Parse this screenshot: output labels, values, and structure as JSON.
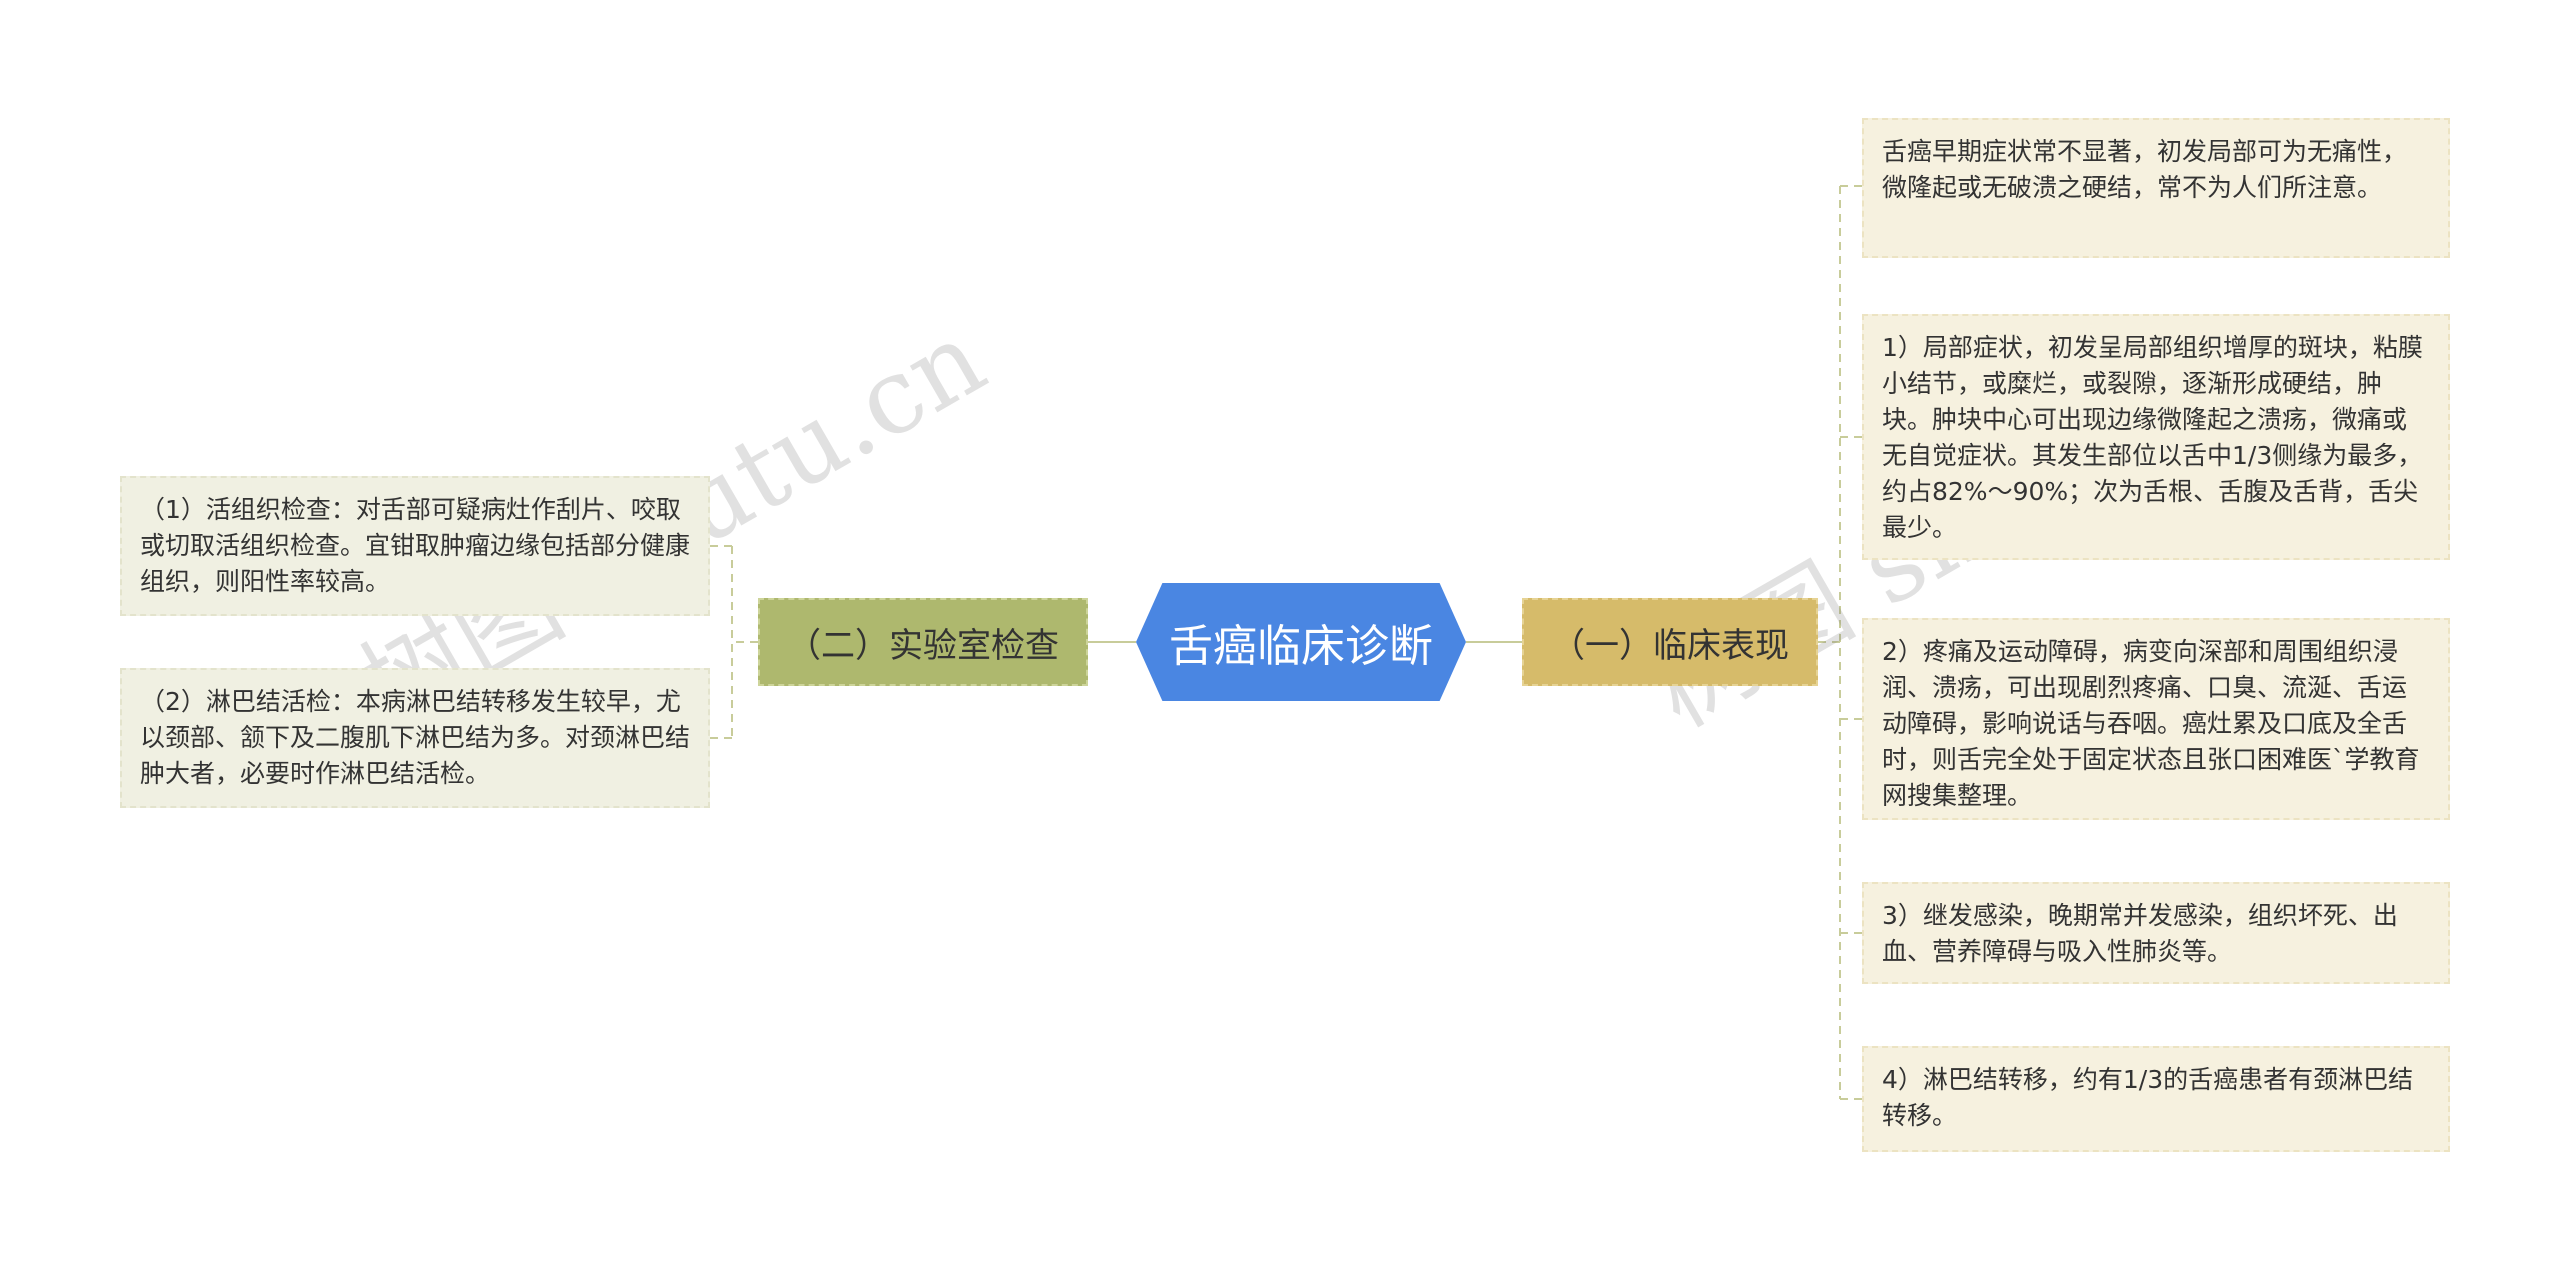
{
  "center": {
    "title": "舌癌临床诊断"
  },
  "left_branch": {
    "label": "（二）实验室检查",
    "items": [
      "（1）活组织检查：对舌部可疑病灶作刮片、咬取或切取活组织检查。宜钳取肿瘤边缘包括部分健康组织，则阳性率较高。",
      "（2）淋巴结活检：本病淋巴结转移发生较早，尤以颈部、颔下及二腹肌下淋巴结为多。对颈淋巴结肿大者，必要时作淋巴结活检。"
    ]
  },
  "right_branch": {
    "label": "（一）临床表现",
    "items": [
      "舌癌早期症状常不显著，初发局部可为无痛性，微隆起或无破溃之硬结，常不为人们所注意。",
      "1）局部症状，初发呈局部组织增厚的斑块，粘膜小结节，或糜烂，或裂隙，逐渐形成硬结，肿块。肿块中心可出现边缘微隆起之溃疡，微痛或无自觉症状。其发生部位以舌中1/3侧缘为最多，约占82%～90%；次为舌根、舌腹及舌背，舌尖最少。",
      "2）疼痛及运动障碍，病变向深部和周围组织浸润、溃疡，可出现剧烈疼痛、口臭、流涎、舌运动障碍，影响说话与吞咽。癌灶累及口底及全舌时，则舌完全处于固定状态且张口困难医`学教育网搜集整理。",
      "3）继发感染，晚期常并发感染，组织坏死、出血、营养障碍与吸入性肺炎等。",
      "4）淋巴结转移，约有1/3的舌癌患者有颈淋巴结转移。"
    ]
  },
  "watermark": {
    "text1": "树图 shutu.cn",
    "text2": "树图 shutu.cn"
  },
  "colors": {
    "center": "#4a86e2",
    "left_branch": "#aeb86e",
    "right_branch": "#d6bb6a",
    "connector": "#c8cc9a"
  }
}
